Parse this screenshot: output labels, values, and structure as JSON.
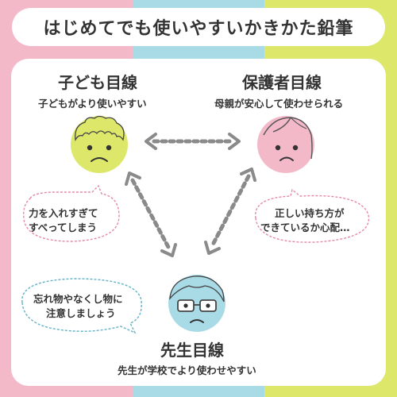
{
  "title": "はじめてでも使いやすいかきかた鉛筆",
  "colors": {
    "pink": "#f4b9c9",
    "blue": "#a9dbe6",
    "green": "#dde86a",
    "arrow": "#8a8a8a"
  },
  "perspectives": {
    "child": {
      "title": "子ども目線",
      "subtitle": "子どもがより使いやすい",
      "concern_lines": [
        "力を入れすぎて",
        "すべってしまう"
      ]
    },
    "guardian": {
      "title": "保護者目線",
      "subtitle": "母親が安心して使わせられる",
      "concern_lines": [
        "正しい持ち方が",
        "できているか心配…"
      ]
    },
    "teacher": {
      "title": "先生目線",
      "subtitle": "先生が学校でより使わせやすい",
      "concern_lines": [
        "忘れ物やなくし物に",
        "注意しましょう"
      ]
    }
  }
}
